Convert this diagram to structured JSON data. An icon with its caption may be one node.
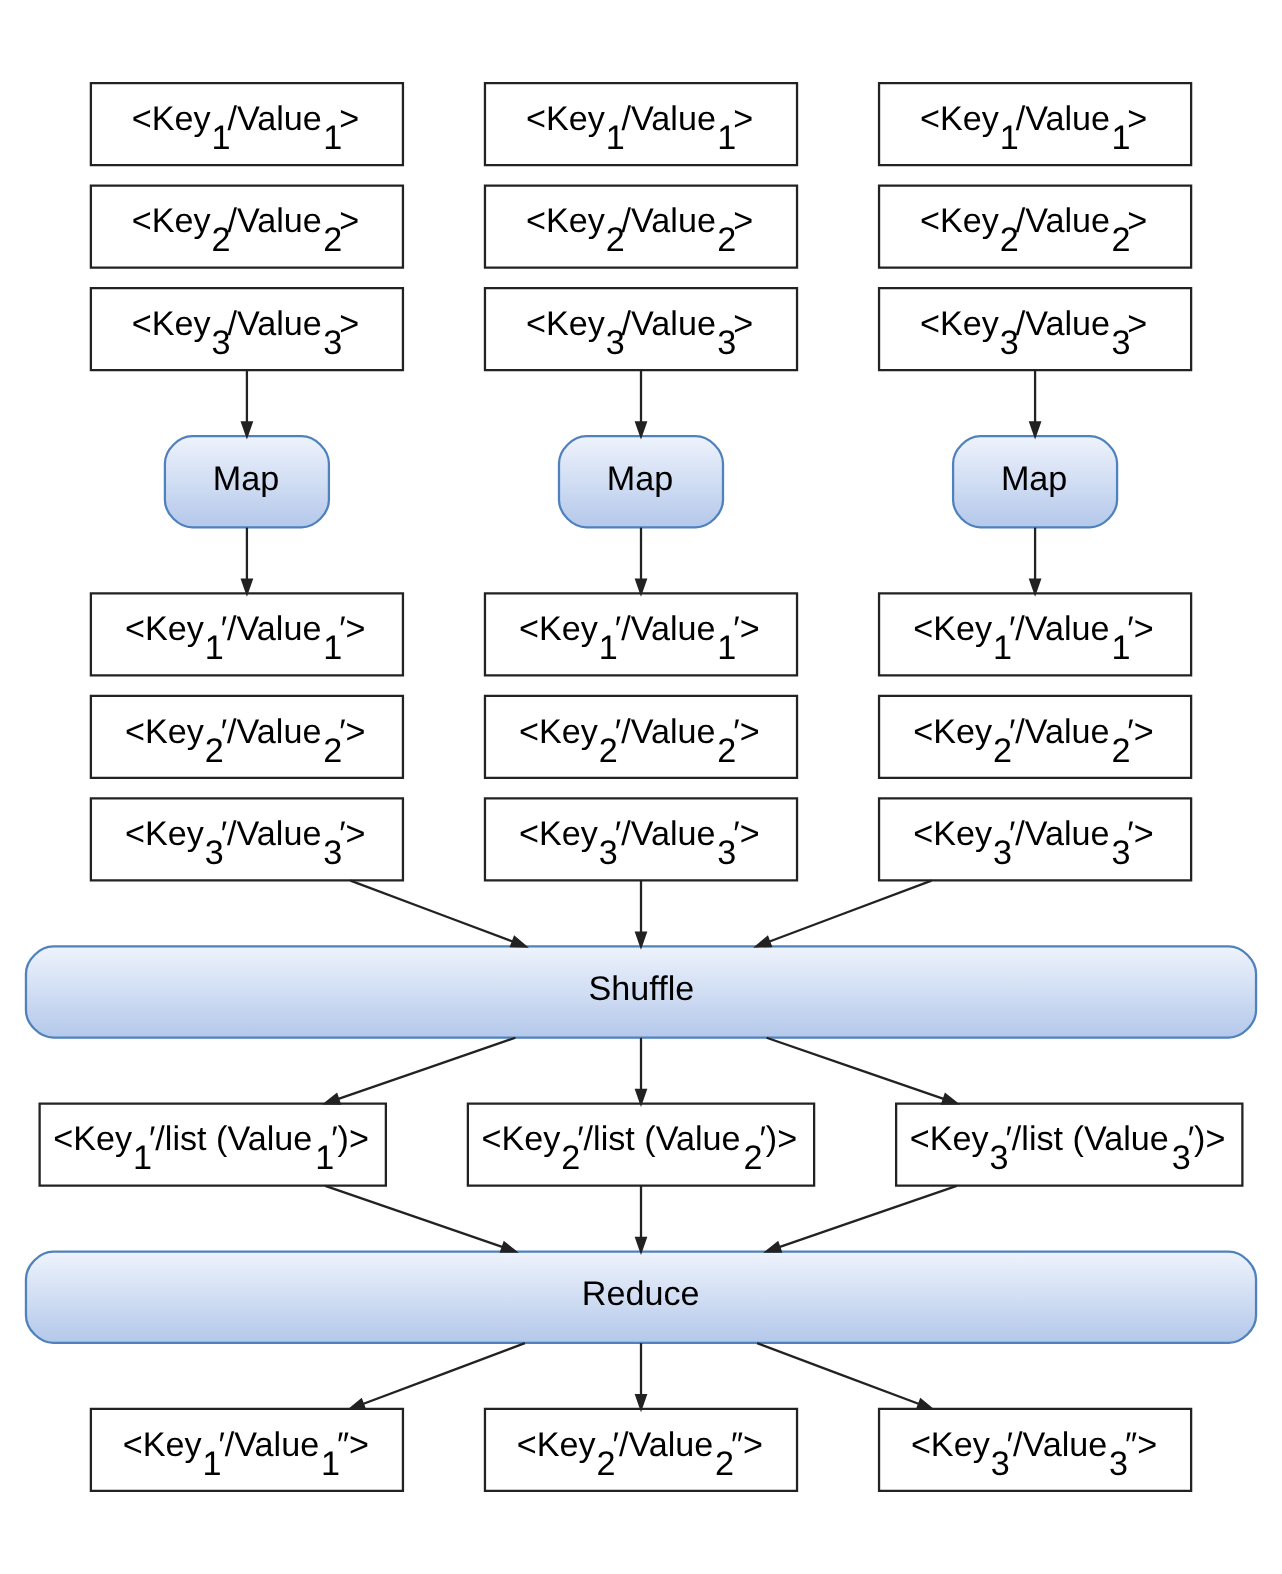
{
  "diagram": {
    "nodes": [
      {
        "text": [
          "<Key$_{1}$/Value$_{1}$>"
        ]
      },
      {
        "text": [
          "<Key$_{2}$/Value$_{2}$>"
        ]
      },
      {
        "text": [
          "<Key$_{3}$/Value$_{3}$>"
        ]
      },
      {
        "text": [
          "<Key$_{1}$/Value$_{1}$>"
        ]
      },
      {
        "text": [
          "<Key$_{2}$/Value$_{2}$>"
        ]
      },
      {
        "text": [
          "<Key$_{3}$/Value$_{3}$>"
        ]
      },
      {
        "text": [
          "<Key$_{1}$/Value$_{1}$>"
        ]
      },
      {
        "text": [
          "<Key$_{2}$/Value$_{2}$>"
        ]
      },
      {
        "text": [
          "<Key$_{3}$/Value$_{3}$>"
        ]
      },
      {
        "text": [
          "Map"
        ]
      },
      {
        "text": [
          "Map"
        ]
      },
      {
        "text": [
          "Map"
        ]
      },
      {
        "text": [
          "<Key$_{1}$′/Value$_{1}$′>"
        ]
      },
      {
        "text": [
          "<Key$_{2}$′/Value$_{2}$′>"
        ]
      },
      {
        "text": [
          "<Key$_{3}$′/Value$_{3}$′>"
        ]
      },
      {
        "text": [
          "<Key$_{1}$′/Value$_{1}$′>"
        ]
      },
      {
        "text": [
          "<Key$_{2}$′/Value$_{2}$′>"
        ]
      },
      {
        "text": [
          "<Key$_{3}$′/Value$_{3}$′>"
        ]
      },
      {
        "text": [
          "<Key$_{1}$′/Value$_{1}$′>"
        ]
      },
      {
        "text": [
          "<Key$_{2}$′/Value$_{2}$′>"
        ]
      },
      {
        "text": [
          "<Key$_{3}$′/Value$_{3}$′>"
        ]
      },
      {
        "text": [
          "Shuffle"
        ]
      },
      {
        "text": [
          "<Key$_{1}$′/list (Value$_{1}$′)>"
        ]
      },
      {
        "text": [
          "<Key$_{2}$′/list (Value$_{2}$′)>"
        ]
      },
      {
        "text": [
          "<Key$_{3}$′/list (Value$_{3}$′)>"
        ]
      },
      {
        "text": [
          "Reduce"
        ]
      },
      {
        "text": [
          "<Key$_{1}$′/Value$_{1}$″>"
        ]
      },
      {
        "text": [
          "<Key$_{2}$′/Value$_{2}$″>"
        ]
      },
      {
        "text": [
          "<Key$_{3}$′/Value$_{3}$″>"
        ]
      }
    ],
    "edges": [
      {
        "from": 2,
        "to": 9,
        "arrow": "to"
      },
      {
        "from": 5,
        "to": 10,
        "arrow": "to"
      },
      {
        "from": 8,
        "to": 11,
        "arrow": "to"
      },
      {
        "from": 9,
        "to": 12,
        "arrow": "to"
      },
      {
        "from": 10,
        "to": 15,
        "arrow": "to"
      },
      {
        "from": 11,
        "to": 18,
        "arrow": "to"
      },
      {
        "from": 14,
        "to": 21,
        "arrow": "to"
      },
      {
        "from": 17,
        "to": 21,
        "arrow": "to"
      },
      {
        "from": 20,
        "to": 21,
        "arrow": "to"
      },
      {
        "from": 21,
        "to": 22,
        "arrow": "to"
      },
      {
        "from": 21,
        "to": 23,
        "arrow": "to"
      },
      {
        "from": 21,
        "to": 24,
        "arrow": "to"
      },
      {
        "from": 22,
        "to": 25,
        "arrow": "to"
      },
      {
        "from": 23,
        "to": 25,
        "arrow": "to"
      },
      {
        "from": 24,
        "to": 25,
        "arrow": "to"
      },
      {
        "from": 25,
        "to": 26,
        "arrow": "to"
      },
      {
        "from": 25,
        "to": 27,
        "arrow": "to"
      },
      {
        "from": 25,
        "to": 28,
        "arrow": "to"
      }
    ]
  }
}
